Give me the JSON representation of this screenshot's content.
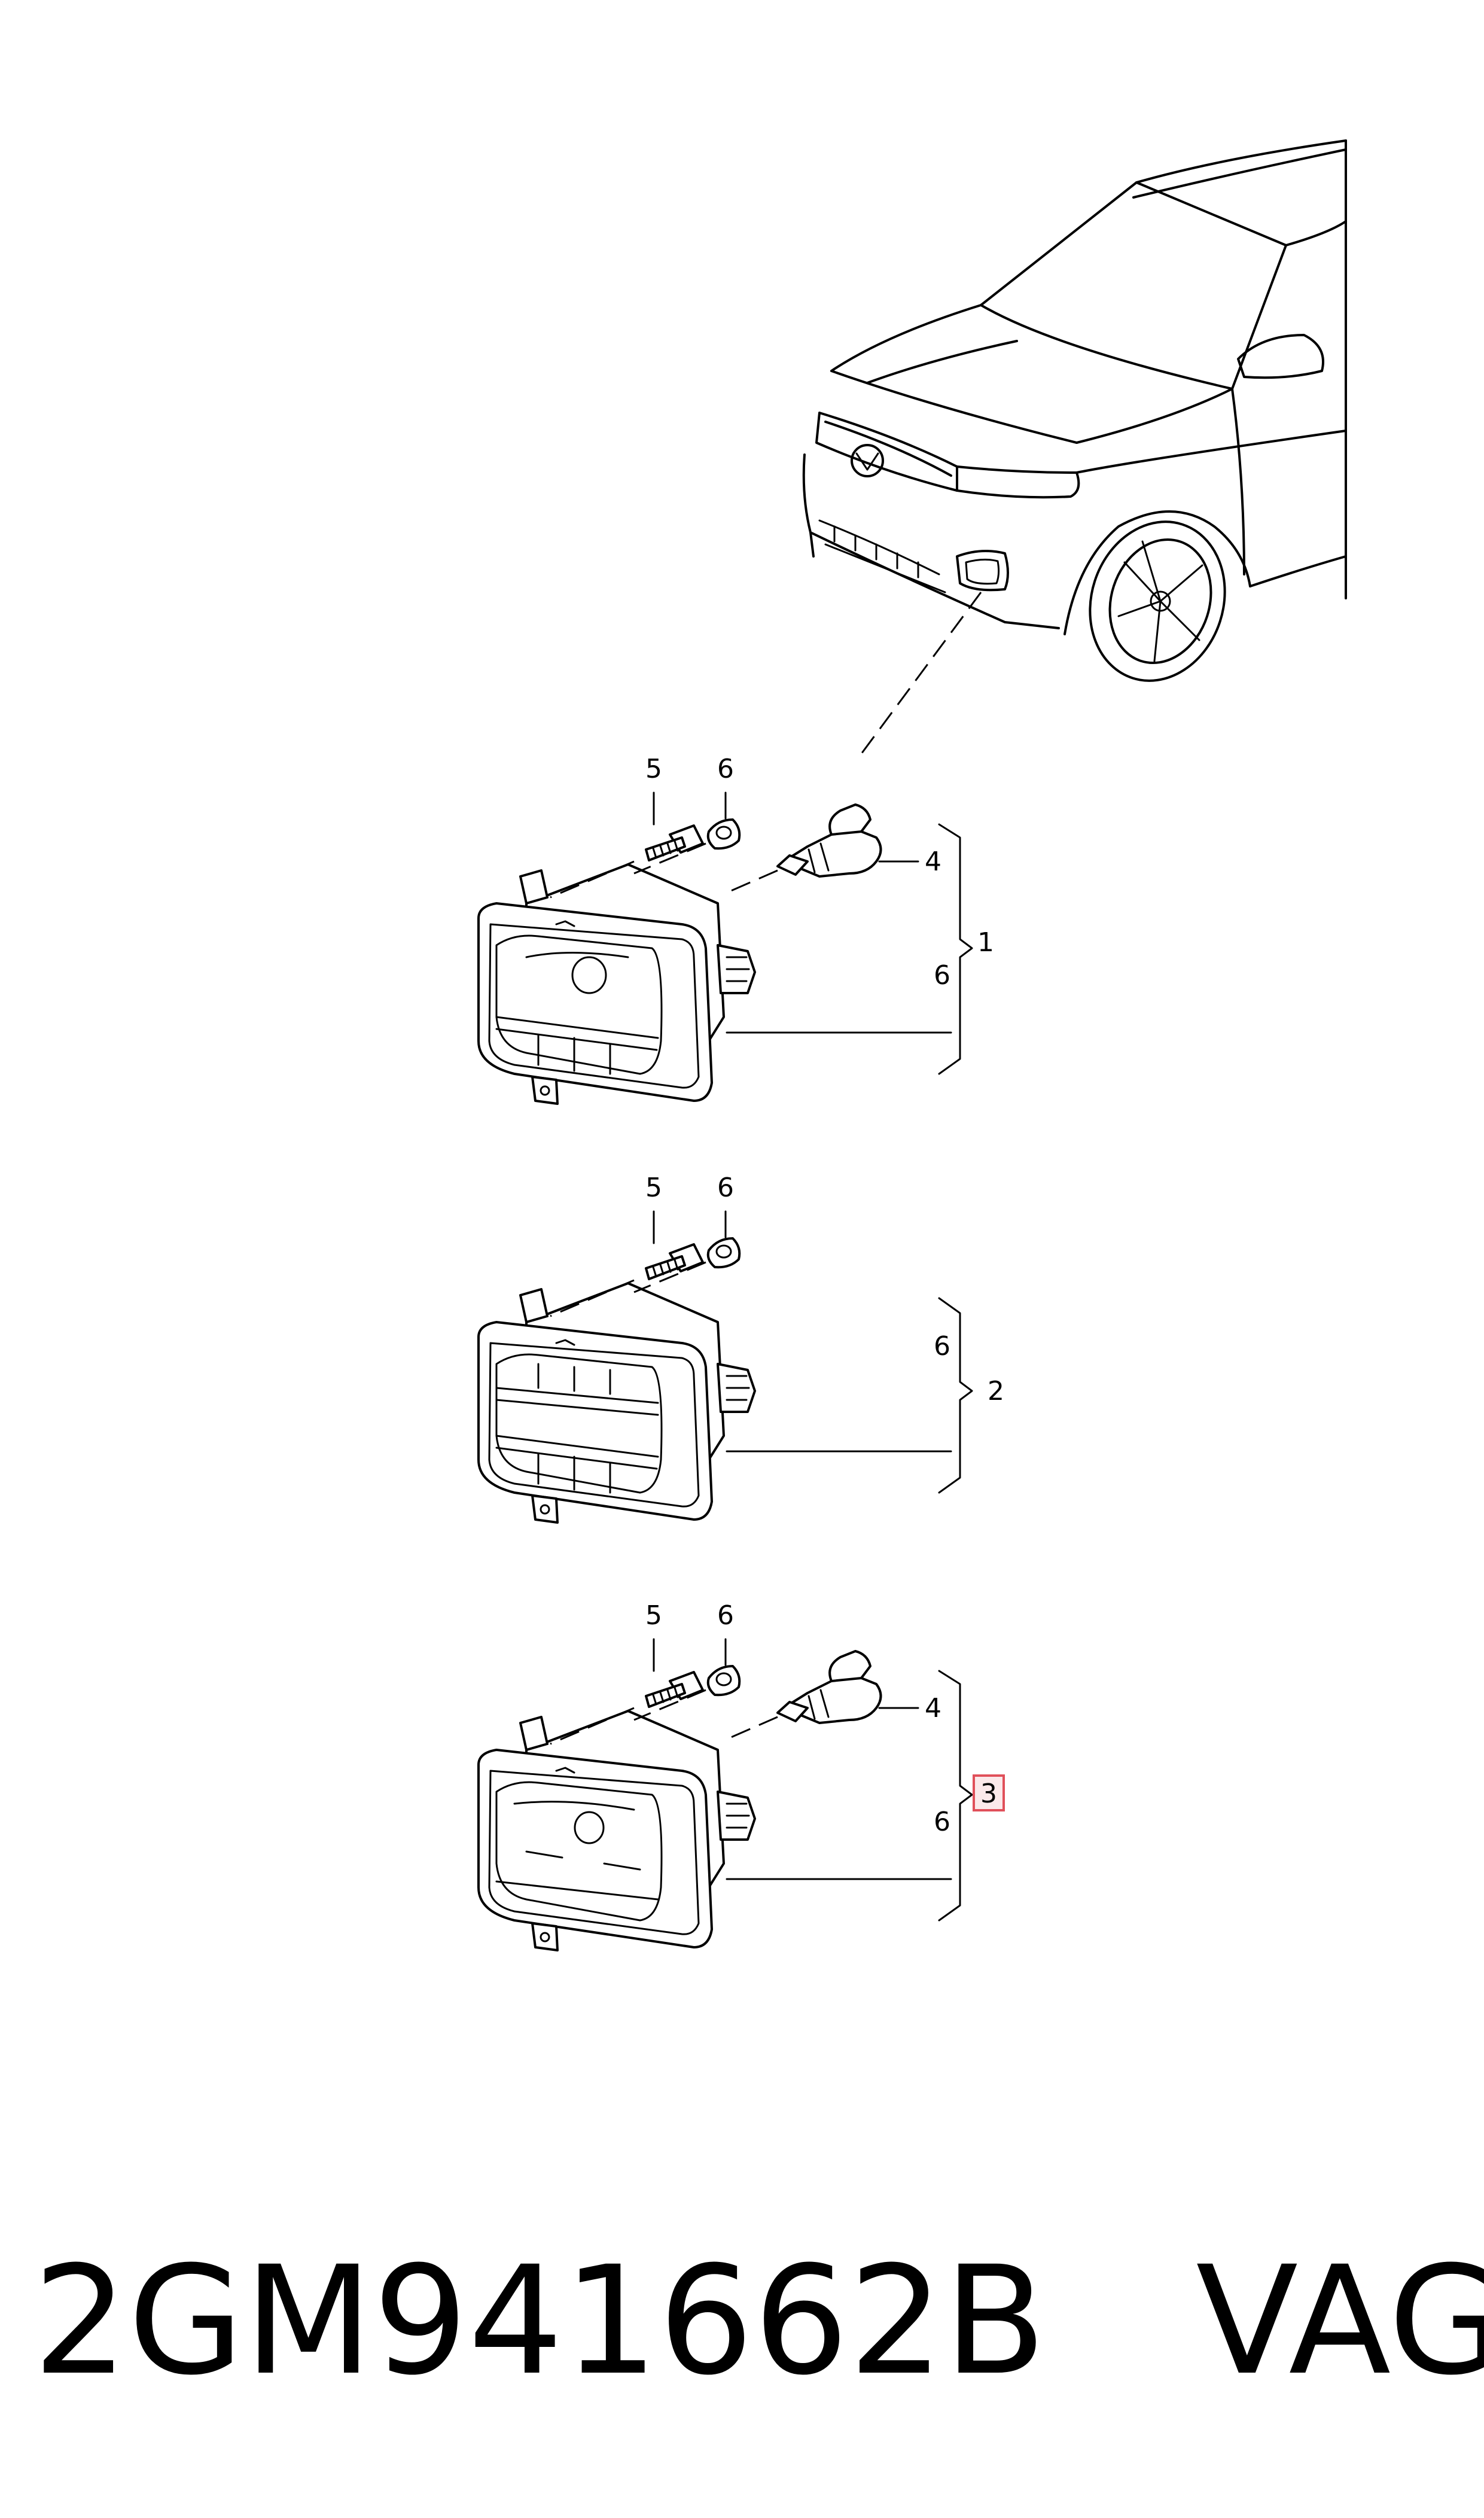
{
  "callouts": {
    "g1_screw": "5",
    "g1_nut": "6",
    "g1_bulb": "4",
    "g1_housing": "6",
    "g1_group": "1",
    "g2_screw": "5",
    "g2_nut": "6",
    "g2_housing": "6",
    "g2_group": "2",
    "g3_screw": "5",
    "g3_nut": "6",
    "g3_bulb": "4",
    "g3_housing": "6",
    "g3_group": "3"
  },
  "highlight_color": "#e0505a",
  "caption": {
    "part_number": "2GM941662B",
    "brand": "VAG"
  }
}
